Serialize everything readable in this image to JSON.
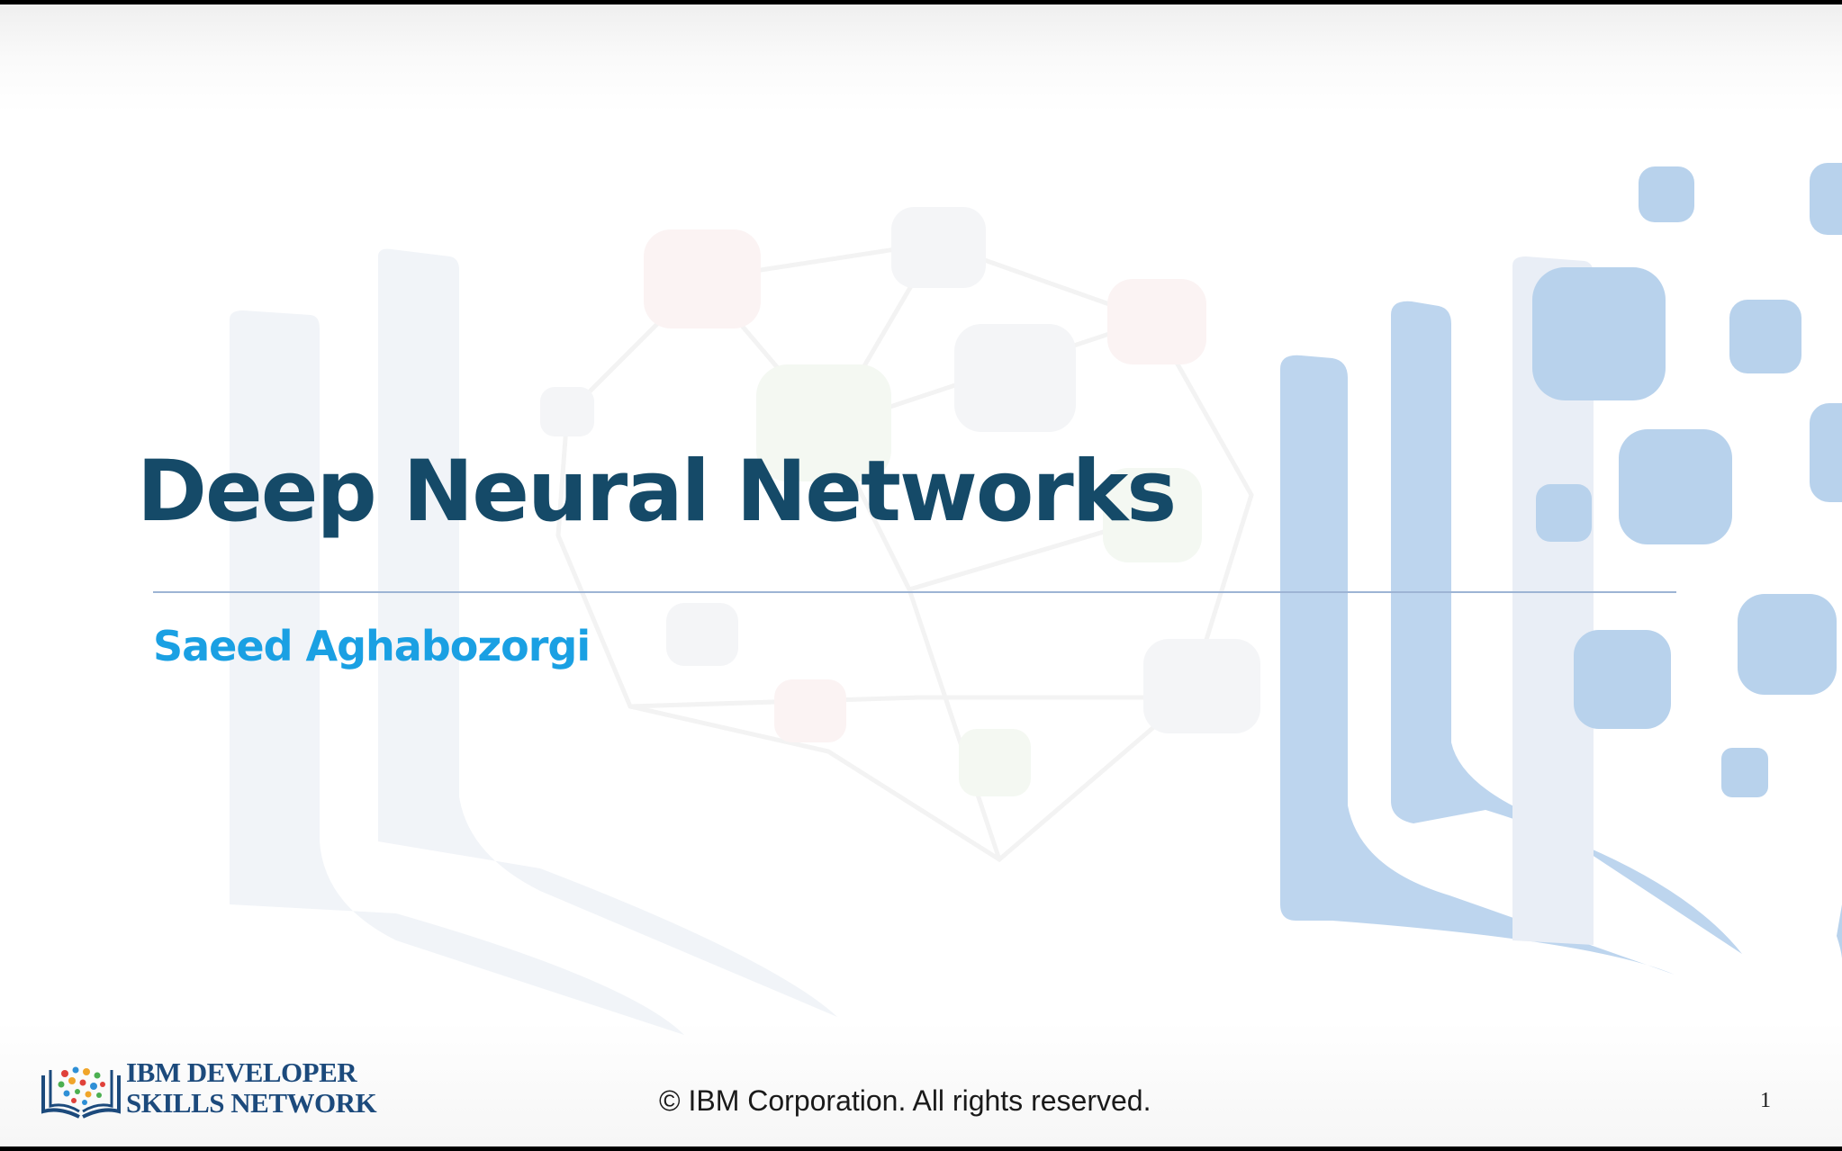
{
  "slide": {
    "title": "Deep Neural Networks",
    "author": "Saeed Aghabozorgi",
    "copyright": "© IBM Corporation. All rights reserved.",
    "page_number": "1"
  },
  "logo": {
    "line1": "IBM DEVELOPER",
    "line2": "SKILLS NETWORK"
  },
  "colors": {
    "title": "#154a68",
    "author": "#1aa0e3",
    "accent_shapes": "#b8d2ec",
    "divider": "#9db4d4"
  }
}
